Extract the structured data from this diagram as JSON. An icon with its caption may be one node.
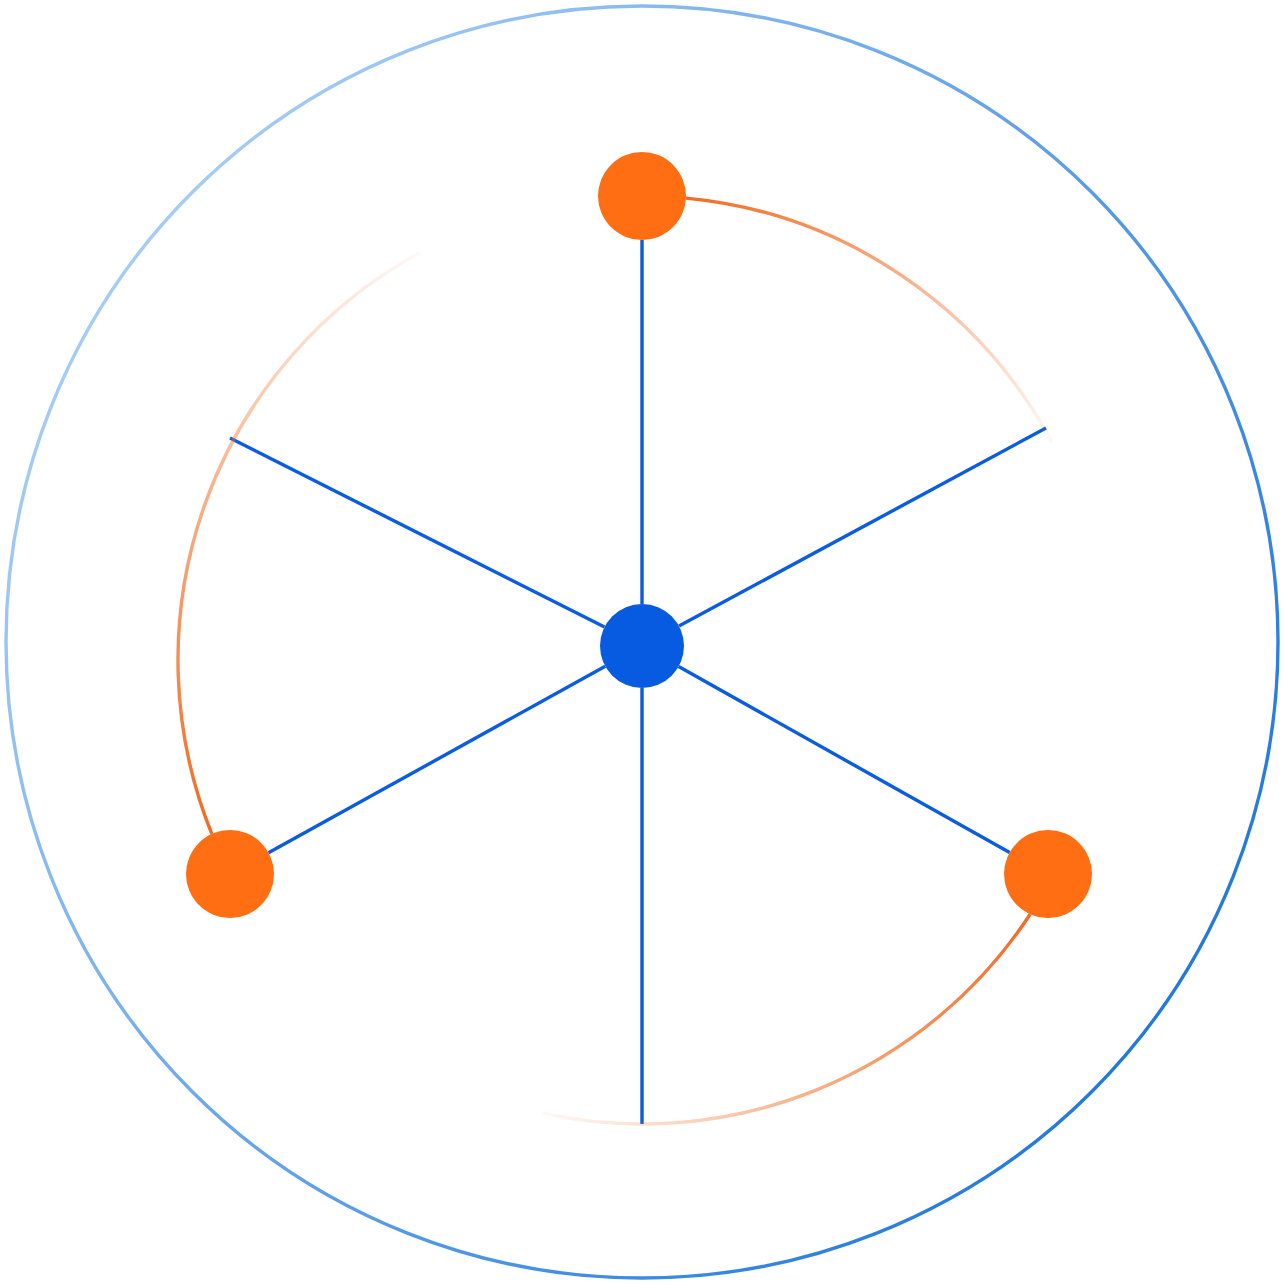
{
  "diagram": {
    "nodes": [
      {
        "text": [],
        "shape": "circle"
      },
      {
        "text": [],
        "shape": "circle",
        "in": 0
      },
      {
        "text": [],
        "shape": "circle",
        "in": 0
      },
      {
        "text": [],
        "shape": "circle",
        "in": 0
      },
      {
        "text": [],
        "shape": "circle",
        "in": 0
      }
    ],
    "edges": [
      {
        "from": 2,
        "to": 1,
        "arrow": "none"
      },
      {
        "from": 2,
        "to": null,
        "arrow": "none"
      },
      {
        "from": 2,
        "to": 4,
        "arrow": "none"
      },
      {
        "from": 2,
        "to": null,
        "arrow": "none"
      },
      {
        "from": 2,
        "to": 3,
        "arrow": "none"
      },
      {
        "from": 2,
        "to": null,
        "arrow": "none"
      },
      {
        "from": 1,
        "to": null,
        "arrow": "none",
        "color": "#f26b22"
      },
      {
        "from": 3,
        "to": null,
        "arrow": "none",
        "color": "#f26b22"
      },
      {
        "from": 4,
        "to": null,
        "arrow": "none",
        "color": "#f26b22"
      }
    ]
  }
}
